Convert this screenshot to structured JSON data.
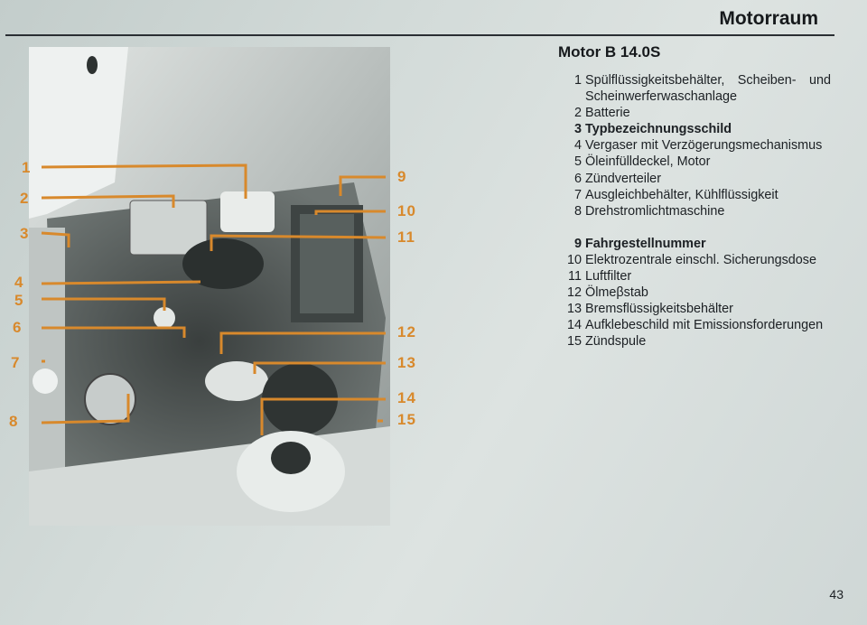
{
  "header": {
    "title": "Motorraum"
  },
  "section": {
    "title": "Motor B 14.0S"
  },
  "legend": {
    "group1": [
      {
        "num": "1",
        "text": "Spülflüssigkeitsbehälter, Scheiben- und Scheinwerferwaschanlage",
        "bold": false
      },
      {
        "num": "2",
        "text": "Batterie",
        "bold": false
      },
      {
        "num": "3",
        "text": "Typbezeichnungsschild",
        "bold": true
      },
      {
        "num": "4",
        "text": "Vergaser mit Verzögerungsmechanismus",
        "bold": false
      },
      {
        "num": "5",
        "text": "Öleinfülldeckel, Motor",
        "bold": false
      },
      {
        "num": "6",
        "text": "Zündverteiler",
        "bold": false
      },
      {
        "num": "7",
        "text": "Ausgleichbehälter, Kühlflüssigkeit",
        "bold": false
      },
      {
        "num": "8",
        "text": "Drehstromlichtmaschine",
        "bold": false
      }
    ],
    "group2": [
      {
        "num": "9",
        "text": "Fahrgestellnummer",
        "bold": true
      },
      {
        "num": "10",
        "text": "Elektrozentrale einschl. Sicherungsdose",
        "bold": false
      },
      {
        "num": "11",
        "text": "Luftfilter",
        "bold": false
      },
      {
        "num": "12",
        "text": "Ölmeβstab",
        "bold": false
      },
      {
        "num": "13",
        "text": "Bremsflüssigkeitsbehälter",
        "bold": false
      },
      {
        "num": "14",
        "text": "Aufklebeschild mit Emissionsforderungen",
        "bold": false
      },
      {
        "num": "15",
        "text": "Zündspule",
        "bold": false
      }
    ]
  },
  "photo_labels": {
    "left": [
      "1",
      "2",
      "3",
      "4",
      "5",
      "6",
      "7",
      "8"
    ],
    "right": [
      "9",
      "10",
      "11",
      "12",
      "13",
      "14",
      "15"
    ]
  },
  "callout_color": "#d8892c",
  "page_number": "43"
}
